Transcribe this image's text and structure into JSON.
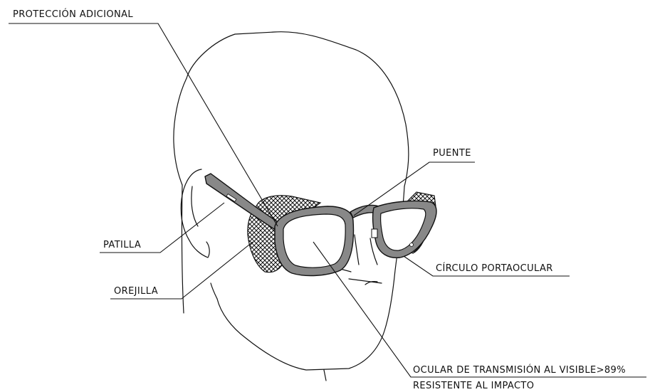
{
  "labels": {
    "proteccion": "PROTECCIÓN ADICIONAL",
    "puente": "PUENTE",
    "patilla": "PATILLA",
    "orejilla": "OREJILLA",
    "circulo": "CÍRCULO PORTAOCULAR",
    "ocular_line1": "OCULAR DE TRANSMISIÓN AL VISIBLE>89%",
    "ocular_line2": "RESISTENTE AL IMPACTO"
  },
  "colors": {
    "frame": "#888888",
    "line": "#111111",
    "background": "#ffffff"
  }
}
